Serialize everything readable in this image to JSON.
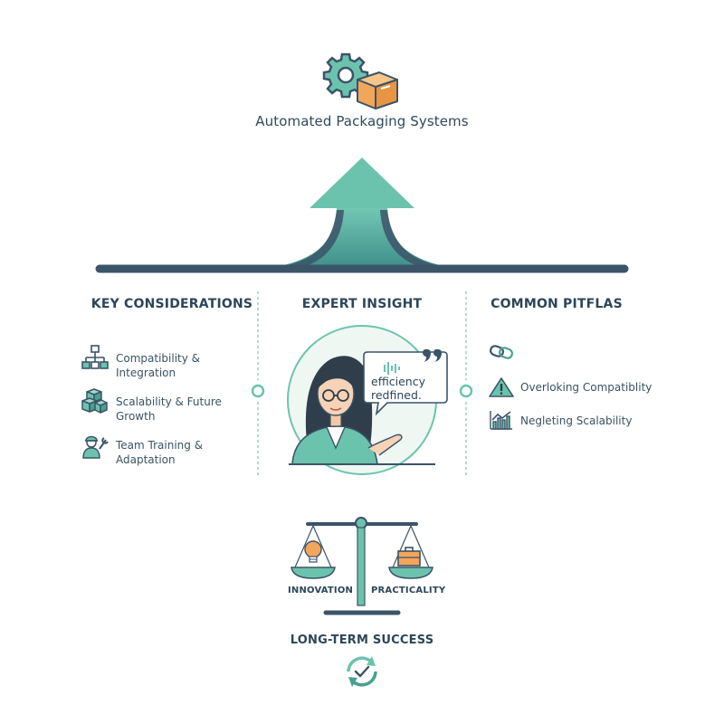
{
  "header": {
    "title": "Automated Packaging Systems",
    "icon": "gear-and-box-icon"
  },
  "columns": {
    "key_considerations": {
      "heading": "KEY CONSIDERATIONS",
      "items": [
        {
          "label": "Compatibility & Integration",
          "icon": "hierarchy-icon"
        },
        {
          "label_line1": "Scalability & Future",
          "label_line2": "Growth",
          "icon": "stacked-boxes-icon"
        },
        {
          "label_line1": "Team Training &",
          "label_line2": "Adaptation",
          "icon": "worker-wrench-icon"
        }
      ]
    },
    "expert_insight": {
      "heading": "EXPERT INSIGHT",
      "quote_line1": "efficiency",
      "quote_line2": "redfined."
    },
    "common_pitfalls": {
      "heading": "COMMON PITFLAS",
      "items": [
        {
          "label": "",
          "icon": "chain-link-icon"
        },
        {
          "label": "Overloking Compatiblity",
          "icon": "warning-icon"
        },
        {
          "label": "Negleting Scalability",
          "icon": "chart-icon"
        }
      ]
    }
  },
  "balance": {
    "left_label": "INNOVATION",
    "right_label": "PRACTICALITY"
  },
  "footer": {
    "label": "LONG-TERM SUCCESS",
    "icon": "cycle-check-icon"
  },
  "colors": {
    "teal": "#6cc3ad",
    "teal_dark": "#4a9f91",
    "navy": "#3b5468",
    "orange": "#f2a65a"
  }
}
